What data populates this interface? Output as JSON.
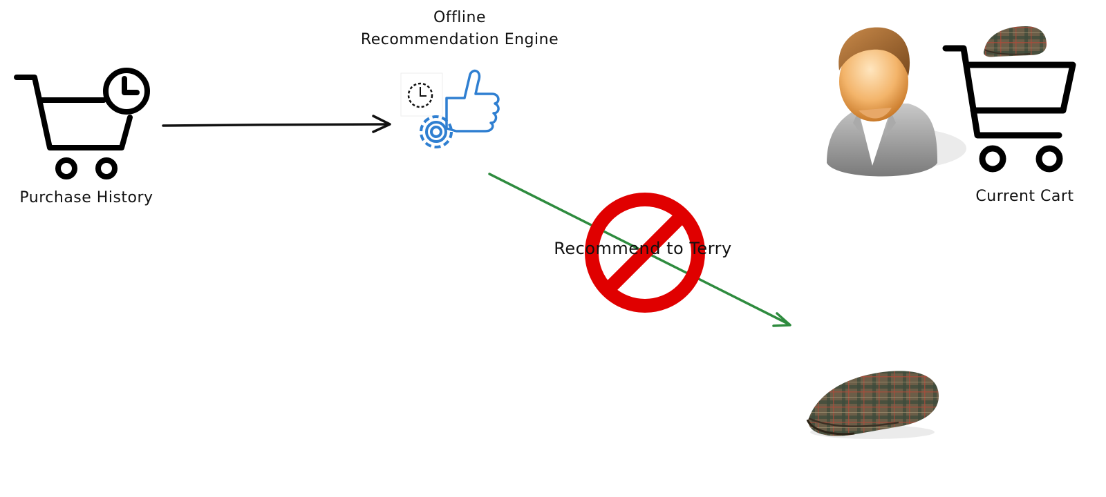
{
  "engine": {
    "title_line1": "Offline",
    "title_line2": "Recommendation Engine"
  },
  "nodes": {
    "purchase_history": "Purchase History",
    "current_cart": "Current Cart"
  },
  "edge": {
    "recommend_label": "Recommend to Terry"
  },
  "icons": {
    "purchase_history": "cart-with-clock-icon",
    "engine": "clock-gear-thumbs-up-icon",
    "user": "user-avatar-icon",
    "cart": "shopping-cart-icon",
    "product": "flat-cap-icon",
    "blocked": "prohibited-icon"
  },
  "colors": {
    "flow_arrow": "#111111",
    "recommend_arrow": "#2e8b3e",
    "prohibit": "#e00000",
    "engine_blue": "#2f7fd1"
  }
}
